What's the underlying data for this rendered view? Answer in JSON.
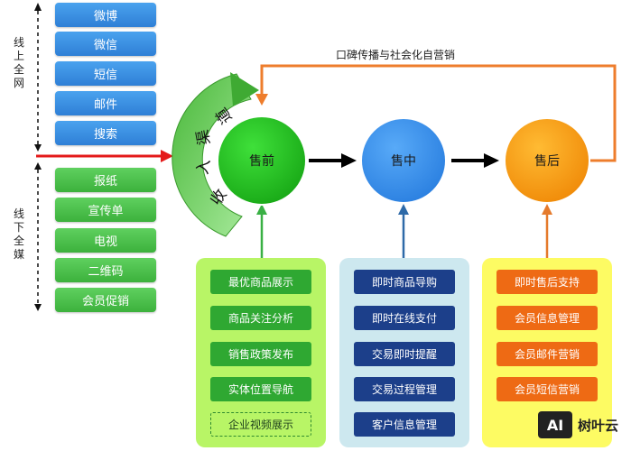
{
  "side_labels": {
    "online": [
      "线",
      "上",
      "全",
      "网"
    ],
    "offline": [
      "线",
      "下",
      "全",
      "媒"
    ]
  },
  "online_channels": [
    "微博",
    "微信",
    "短信",
    "邮件",
    "搜索"
  ],
  "offline_channels": [
    "报纸",
    "宣传单",
    "电视",
    "二维码",
    "会员促销"
  ],
  "entry_arc_text": [
    "收",
    "入",
    "渠",
    "道"
  ],
  "stages": {
    "pre": "售前",
    "mid": "售中",
    "post": "售后"
  },
  "loop_label": "口碑传播与社会化自营销",
  "panels": {
    "pre": [
      "最优商品展示",
      "商品关注分析",
      "销售政策发布",
      "实体位置导航",
      "企业视频展示"
    ],
    "mid": [
      "即时商品导购",
      "即时在线支付",
      "交易即时提醒",
      "交易过程管理",
      "客户信息管理"
    ],
    "post": [
      "即时售后支持",
      "会员信息管理",
      "会员邮件营销",
      "会员短信营销"
    ]
  },
  "logo": {
    "mark": "AI",
    "text": "树叶云"
  },
  "colors": {
    "pre_circle": "#22c222",
    "mid_circle": "#3e94f0",
    "post_circle": "#f7a012",
    "pre_panel": "#b8f566",
    "mid_panel": "#cde8ef",
    "post_panel": "#fdfb63",
    "loop_arrow": "#ee7d2c",
    "entry_arrow": "#e41a1a"
  }
}
